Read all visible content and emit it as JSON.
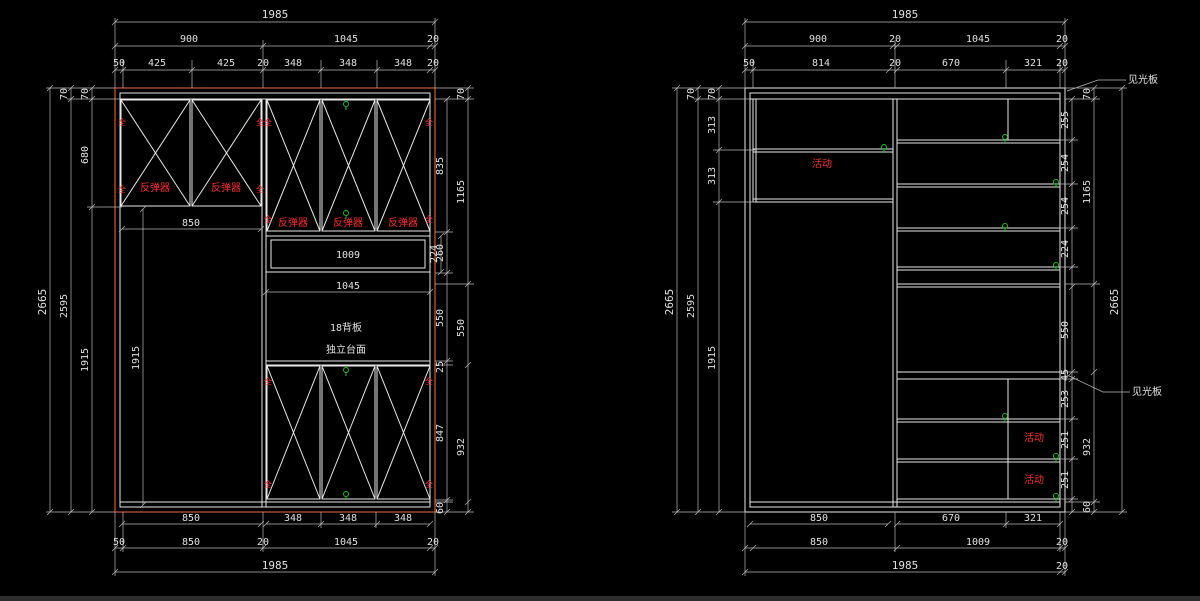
{
  "colors": {
    "background": "#000000",
    "lines": "#e8e8e8",
    "frame_orange": "#c2552a",
    "annotation_red": "#ff2d2d",
    "hardware_green": "#17c517"
  },
  "left_view": {
    "top_dims": [
      "1985",
      "900",
      "1045",
      "20",
      "50",
      "425",
      "425",
      "20",
      "348",
      "348",
      "348",
      "20"
    ],
    "left_dims": [
      "2665",
      "70",
      "2595",
      "70",
      "680",
      "1915"
    ],
    "inner_dims": [
      "1915",
      "850",
      "1009",
      "224",
      "1045",
      "850",
      "348",
      "348",
      "348"
    ],
    "right_dims": [
      "70",
      "835",
      "1165",
      "260",
      "550",
      "550",
      "25",
      "847",
      "932",
      "60"
    ],
    "bottom_dims": [
      "50",
      "850",
      "20",
      "1045",
      "20",
      "1985"
    ],
    "texts": {
      "rebound": "反弹器",
      "backboard": "18背板",
      "countertop": "独立台面",
      "hinge": "全"
    }
  },
  "right_view": {
    "top_dims": [
      "1985",
      "900",
      "20",
      "1045",
      "20",
      "50",
      "814",
      "20",
      "670",
      "321",
      "20"
    ],
    "left_dims": [
      "2665",
      "70",
      "2595",
      "70",
      "313",
      "313",
      "1915"
    ],
    "right_dims": [
      "70",
      "255",
      "254",
      "254",
      "224",
      "1165",
      "2665",
      "550",
      "45",
      "253",
      "251",
      "251",
      "932",
      "60"
    ],
    "bottom_dims": [
      "850",
      "670",
      "321",
      "850",
      "1009",
      "20",
      "1985",
      "20"
    ],
    "texts": {
      "movable": "活动",
      "sight_panel": "见光板"
    }
  }
}
